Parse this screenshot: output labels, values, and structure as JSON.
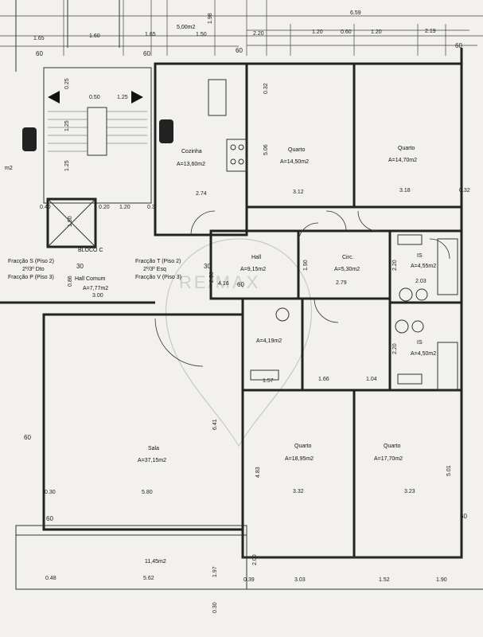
{
  "rooms": {
    "cozinha": {
      "name": "Cozinha",
      "area": "A=13,60m2"
    },
    "quarto1": {
      "name": "Quarto",
      "area": "A=14,50m2"
    },
    "quarto2": {
      "name": "Quarto",
      "area": "A=14,70m2"
    },
    "hall": {
      "name": "Hall",
      "area": "A=9,15m2"
    },
    "circ": {
      "name": "Circ.",
      "area": "A=5,30m2"
    },
    "is1": {
      "name": "IS",
      "area": "A=4,55m2"
    },
    "is2": {
      "name": "IS",
      "area": "A=4,50m2"
    },
    "wc": {
      "area": "A=4,19m2"
    },
    "bloco": {
      "name": "BLOCO C",
      "sub": "Hall Comum",
      "area": "A=7,77m2"
    },
    "fraccao_left_1": "Fracção S (Piso 2)",
    "fraccao_left_2": "2º/3º Dto",
    "fraccao_left_3": "Fracção P (Piso 3)",
    "fraccao_mid_1": "Fracção T (Piso 2)",
    "fraccao_mid_2": "2º/3º Esq",
    "fraccao_mid_3": "Fracção V (Piso 3)",
    "sala": {
      "name": "Sala",
      "area": "A=37,15m2"
    },
    "quarto3": {
      "name": "Quarto",
      "area": "A=18,95m2"
    },
    "quarto4": {
      "name": "Quarto",
      "area": "A=17,70m2"
    },
    "varanda": {
      "area": "11,45m2"
    },
    "top_area": "5,00m2",
    "left_edge_area": "m2"
  },
  "dims": {
    "d659": "6.59",
    "d165a": "1.65",
    "d160": "1.60",
    "d165b": "1.65",
    "d150": "1.50",
    "d198": "1.98",
    "d220": "2.20",
    "d120a": "1.20",
    "d060": "0.60",
    "d120b": "1.20",
    "d219": "2.19",
    "d025": "0.25",
    "d050": "0.50",
    "d125a": "1.25",
    "d125b": "1.25",
    "d125c": "1.25",
    "d032a": "0.32",
    "d506": "5.06",
    "d274": "2.74",
    "d312": "3.12",
    "d318": "3.18",
    "d032b": "0.32",
    "d040": "0.40",
    "d150b": "1.50",
    "d020": "0.20",
    "d120c": "1.20",
    "d030a": "0.3",
    "d190": "1.90",
    "d279": "2.79",
    "d416": "4.16",
    "d256": "2.56",
    "d220b": "2.20",
    "d203": "2.03",
    "d220c": "2.20",
    "d300": "3.00",
    "d086": "0.86",
    "d157": "1.57",
    "d166": "1.66",
    "d104": "1.04",
    "d641": "6.41",
    "d483": "4.83",
    "d501": "5.01",
    "d030b": "0.30",
    "d580": "5.80",
    "d332": "3.32",
    "d323": "3.23",
    "d048": "0.48",
    "d562": "5.62",
    "d197": "1.97",
    "d039": "0.39",
    "d303": "3.03",
    "d152": "1.52",
    "d190b": "1.90",
    "d030c": "0.30",
    "d200": "2.00",
    "d30a": "30",
    "d30b": "30",
    "d60a": "60",
    "d60b": "60",
    "d60c": "60",
    "d60d": "60",
    "d60e": "60",
    "d60f": "60",
    "d60g": "60",
    "d60h": "60"
  },
  "watermark": {
    "text": "RE/MAX"
  }
}
